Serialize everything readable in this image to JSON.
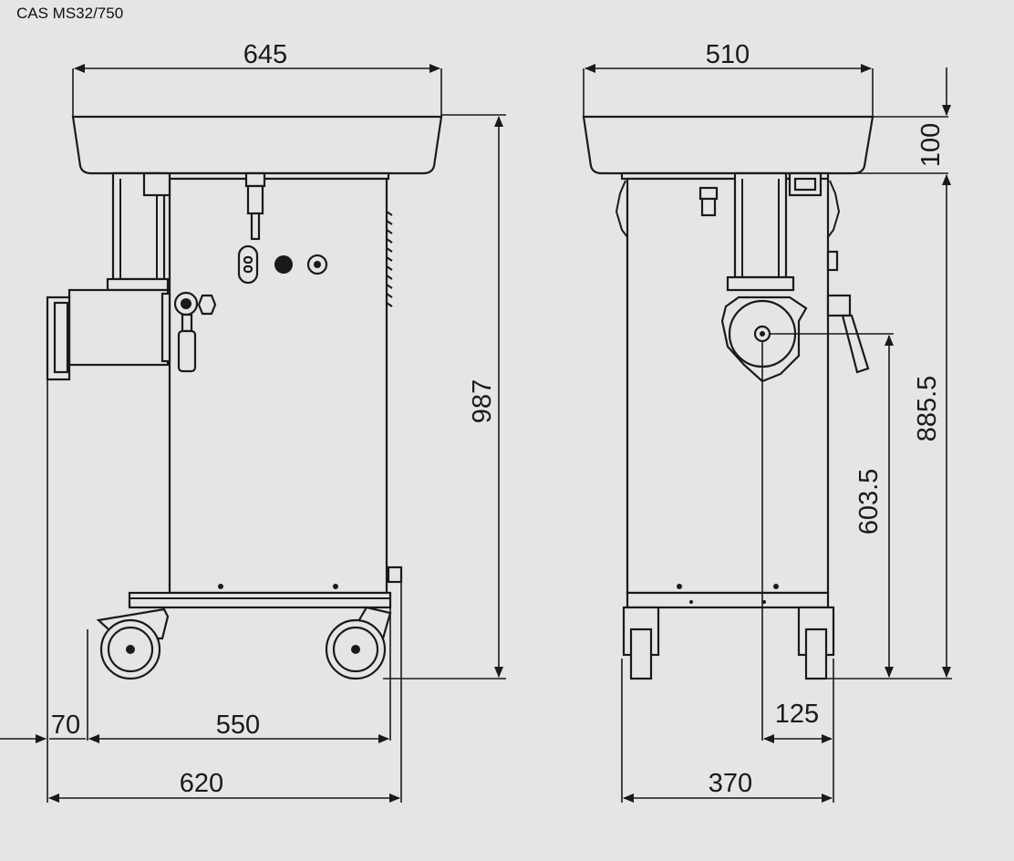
{
  "title": "CAS MS32/750",
  "dimensions": {
    "front_top_width": "645",
    "side_top_width": "510",
    "tray_height": "100",
    "total_height": "987",
    "hopper_floor_height": "885.5",
    "outlet_height": "603.5",
    "front_offset": "70",
    "wheel_base_front": "550",
    "overall_depth": "620",
    "outlet_offset": "125",
    "wheel_base_side": "370"
  }
}
